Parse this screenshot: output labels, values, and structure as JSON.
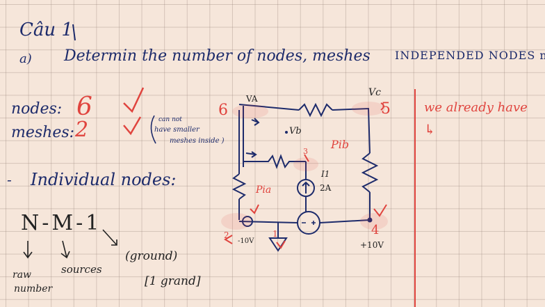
{
  "heading": {
    "title": "Câu 1",
    "part": "a)",
    "question": "Determin the number of nodes, meshes",
    "independent": "INDEPENDED NODES n m"
  },
  "counts": {
    "nodes_label": "nodes:",
    "nodes_value": "6",
    "meshes_label": "meshes:",
    "meshes_value": "2",
    "note_line1": "can not",
    "note_line2": "have smaller",
    "note_line3": "meshes inside )"
  },
  "side_note": {
    "line1": "we already have",
    "arrow": "↳"
  },
  "individual": {
    "dash": "-",
    "text": "Individual nodes:"
  },
  "formula": {
    "expr": "N-M-1",
    "raw": "raw",
    "number": "number",
    "sources": "sources",
    "ground_paren": "(ground)",
    "ground_bracket": "[1 grand]"
  },
  "circuit": {
    "va": "VA",
    "vb": "Vb",
    "vc": "Vc",
    "node6": "6",
    "node5": "5",
    "node3": "3",
    "node2": "2",
    "node4": "4",
    "node1": "1",
    "ib": "Pib",
    "ia": "Pia",
    "i1": "I1",
    "i1_value": "2A",
    "v_minus": "-10V",
    "v_plus": "+10V"
  },
  "colors": {
    "paper": "#f6e6da",
    "ink_blue": "#1d2b6b",
    "ink_red": "#e0443e",
    "grid": "#9a8478"
  }
}
